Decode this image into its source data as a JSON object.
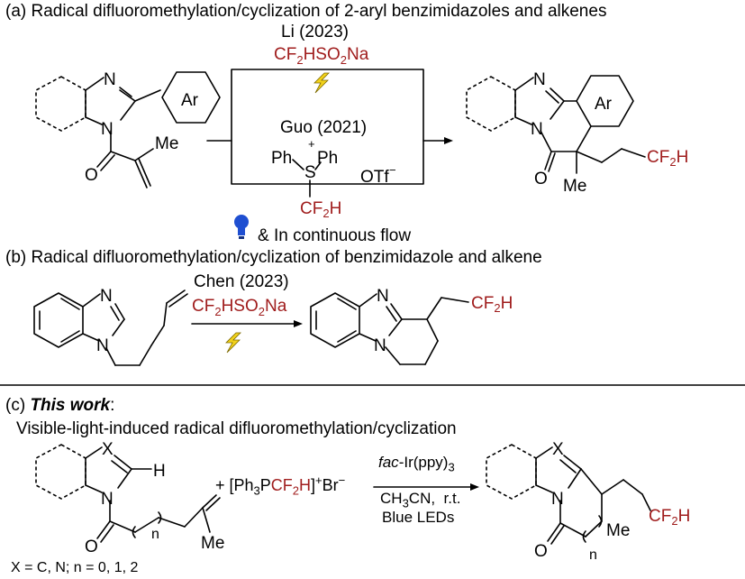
{
  "section_a": {
    "title": "(a) Radical difluoromethylation/cyclization of 2-aryl benzimidazoles and alkenes",
    "author1": "Li (2023)",
    "reagent1": "CF2HSO2Na",
    "author2": "Guo (2021)",
    "reagent2_ph1": "Ph",
    "reagent2_s": "S",
    "reagent2_ph2": "Ph",
    "reagent2_otf": "OTf",
    "reagent2_cf2h": "CF2H",
    "condition": "& In continuous flow"
  },
  "section_b": {
    "title": "(b) Radical difluoromethylation/cyclization of benzimidazole and alkene",
    "author": "Chen (2023)",
    "reagent": "CF2HSO2Na"
  },
  "section_c": {
    "label_prefix": "(c) ",
    "label_bold": "This work",
    "label_suffix": ":",
    "subtitle": "Visible-light-induced radical difluoromethylation/cyclization",
    "reagent_plus": "+",
    "reagent": "[Ph3PCF2H]+Br−",
    "catalyst_prefix": "fac",
    "catalyst_rest": "-Ir(ppy)3",
    "solvent": "CH3CN,  r.t.",
    "light": "Blue LEDs",
    "scope": "X = C, N; n = 0, 1, 2"
  },
  "atoms": {
    "N": "N",
    "H": "H",
    "O": "O",
    "X": "X",
    "n": "n",
    "Me": "Me",
    "Ar": "Ar",
    "CF2H": "CF2H"
  },
  "colors": {
    "reagent_red": "#a01d1d",
    "bulb_blue": "#1f4fd1",
    "bolt_yellow": "#f2d21b"
  }
}
